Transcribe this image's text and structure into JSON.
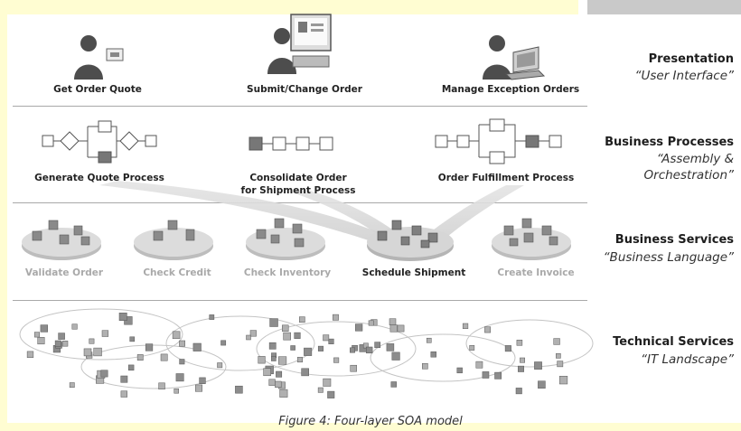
{
  "layers": [
    {
      "title": "Presentation",
      "subtitle_lines": [
        "“User Interface”"
      ],
      "items": [
        "Get Order Quote",
        "Submit/Change Order",
        "Manage Exception Orders"
      ]
    },
    {
      "title": "Business Processes",
      "subtitle_lines": [
        "“Assembly &",
        "Orchestration”"
      ],
      "items": [
        "Generate Quote Process",
        "Consolidate Order",
        "for Shipment Process",
        "Order Fulfillment Process"
      ]
    },
    {
      "title": "Business Services",
      "subtitle_lines": [
        "“Business Language”"
      ],
      "items": [
        "Validate Order",
        "Check Credit",
        "Check Inventory",
        "Schedule Shipment",
        "Create Invoice"
      ]
    },
    {
      "title": "Technical Services",
      "subtitle_lines": [
        "“IT Landscape”"
      ],
      "items": []
    }
  ],
  "caption": "Figure 4: Four-layer SOA model",
  "colors": {
    "label_active": "#222222",
    "label_inactive": "#a9a9a9",
    "platform": "#d9d9d9",
    "background_strip": "#fffdd2"
  },
  "icons": [
    "person-icon",
    "computer-monitor-icon",
    "laptop-icon",
    "process-flow-icon",
    "service-platform-icon",
    "service-cloud-icon"
  ]
}
